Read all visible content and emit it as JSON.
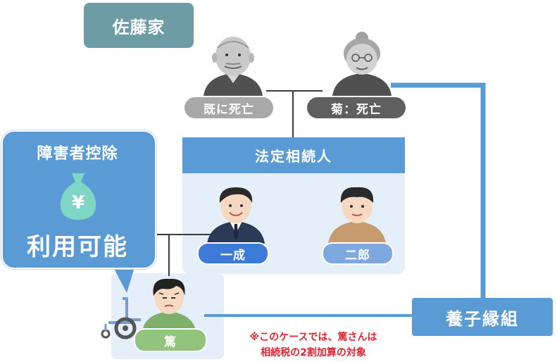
{
  "family_label": "佐藤家",
  "grandfather": {
    "tag": "既に死亡"
  },
  "grandmother": {
    "tag": "菊：死亡"
  },
  "heirs": {
    "header": "法定相続人",
    "members": [
      {
        "tag": "一成"
      },
      {
        "tag": "二郎"
      }
    ]
  },
  "atsushi": {
    "tag": "篤"
  },
  "disability_bubble": {
    "title": "障害者控除",
    "currency_symbol": "¥",
    "main": "利用可能"
  },
  "adoption": {
    "label": "養子縁組"
  },
  "note": {
    "line1": "※このケースでは、篤さんは",
    "line2": "相続税の2割加算の対象"
  },
  "colors": {
    "family_label": "#6d9ca5",
    "primary_blue": "#5b9bd5",
    "panel_bg": "#e4effa",
    "connector": "#3a3a3a",
    "note_red": "#e0242f"
  }
}
